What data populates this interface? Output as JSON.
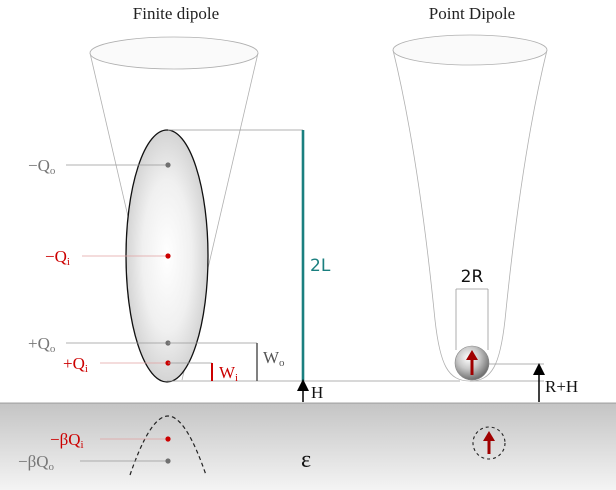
{
  "titles": {
    "finite": "Finite dipole",
    "point": "Point Dipole"
  },
  "labels": {
    "neg_q_outer": "−Q",
    "neg_q_outer_sub": "o",
    "neg_q_inner": "−Q",
    "neg_q_inner_sub": "i",
    "pos_q_outer": "+Q",
    "pos_q_outer_sub": "o",
    "pos_q_inner": "+Q",
    "pos_q_inner_sub": "i",
    "w_inner": "W",
    "w_inner_sub": "i",
    "w_outer": "W",
    "w_outer_sub": "o",
    "two_l": "2L",
    "h": "H",
    "two_r": "2R",
    "r_plus_h": "R+H",
    "epsilon": "ε",
    "beta_q_inner": "−βQ",
    "beta_q_inner_sub": "i",
    "beta_q_outer": "−βQ",
    "beta_q_outer_sub": "o"
  },
  "colors": {
    "red": "#cc0000",
    "teal": "#1a7f7f",
    "gray_text": "#777777",
    "dark_red_arrow": "#a00000"
  }
}
